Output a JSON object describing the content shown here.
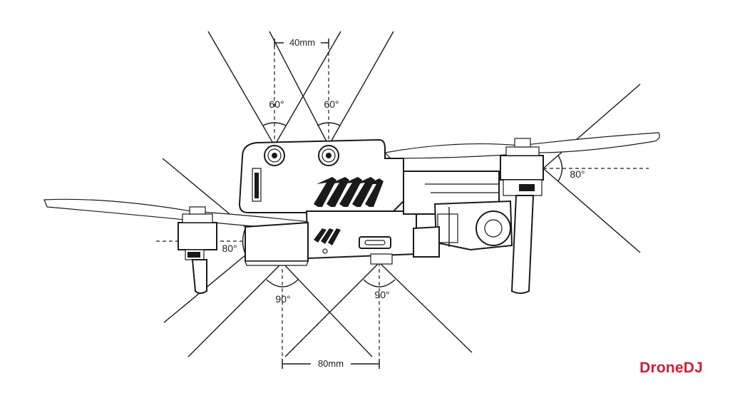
{
  "diagram": {
    "front_sensor_spacing": "40mm",
    "bottom_sensor_spacing": "80mm",
    "front_sensor_angle_left": "60°",
    "front_sensor_angle_right": "60°",
    "side_sensor_angle_left": "80°",
    "side_sensor_angle_right": "80°",
    "bottom_sensor_angle_left": "90°",
    "bottom_sensor_angle_right": "90°"
  },
  "watermark": {
    "text": "DroneDJ",
    "color": "#c8203a"
  }
}
